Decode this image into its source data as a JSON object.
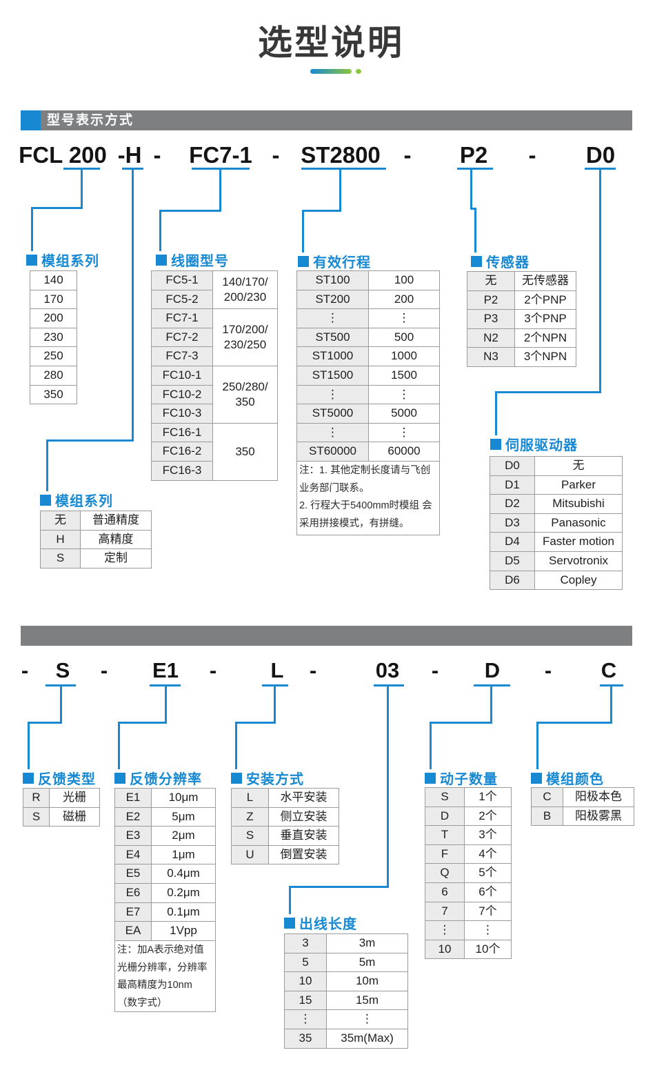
{
  "page": {
    "title": "选型说明"
  },
  "colors": {
    "accent_blue": "#1789d3",
    "accent_green": "#8cc63e",
    "bar_gray": "#7d7f80"
  },
  "section1": {
    "bar_title": "型号表示方式",
    "model": [
      "FCL 200",
      "-H",
      "-",
      "FC7-1",
      "-",
      "ST2800",
      "-",
      "P2",
      "-",
      "D0"
    ],
    "groups": {
      "module_series": {
        "label": "模组系列",
        "rows": [
          [
            "140"
          ],
          [
            "170"
          ],
          [
            "200"
          ],
          [
            "230"
          ],
          [
            "250"
          ],
          [
            "280"
          ],
          [
            "350"
          ]
        ]
      },
      "coil_model": {
        "label": "线圈型号",
        "left": [
          "FC5-1",
          "FC5-2",
          "FC7-1",
          "FC7-2",
          "FC7-3",
          "FC10-1",
          "FC10-2",
          "FC10-3",
          "FC16-1",
          "FC16-2",
          "FC16-3"
        ],
        "merged": [
          {
            "text": "140/170/\n200/230",
            "span": 2
          },
          {
            "text": "170/200/\n230/250",
            "span": 3
          },
          {
            "text": "250/280/\n350",
            "span": 3
          },
          {
            "text": "350",
            "span": 3
          }
        ]
      },
      "stroke": {
        "label": "有效行程",
        "rows": [
          [
            "ST100",
            "100"
          ],
          [
            "ST200",
            "200"
          ],
          [
            "⋮",
            "⋮"
          ],
          [
            "ST500",
            "500"
          ],
          [
            "ST1000",
            "1000"
          ],
          [
            "ST1500",
            "1500"
          ],
          [
            "⋮",
            "⋮"
          ],
          [
            "ST5000",
            "5000"
          ],
          [
            "⋮",
            "⋮"
          ],
          [
            "ST60000",
            "60000"
          ]
        ],
        "note": "注：1. 其他定制长度请与飞创\n业务部门联系。\n2. 行程大于5400mm时模组 会\n采用拼接模式，有拼缝。"
      },
      "sensor": {
        "label": "传感器",
        "rows": [
          [
            "无",
            "无传感器"
          ],
          [
            "P2",
            "2个PNP"
          ],
          [
            "P3",
            "3个PNP"
          ],
          [
            "N2",
            "2个NPN"
          ],
          [
            "N3",
            "3个NPN"
          ]
        ]
      },
      "precision": {
        "label": "模组系列",
        "rows": [
          [
            "无",
            "普通精度"
          ],
          [
            "H",
            "高精度"
          ],
          [
            "S",
            "定制"
          ]
        ]
      },
      "driver": {
        "label": "伺服驱动器",
        "rows": [
          [
            "D0",
            "无"
          ],
          [
            "D1",
            "Parker"
          ],
          [
            "D2",
            "Mitsubishi"
          ],
          [
            "D3",
            "Panasonic"
          ],
          [
            "D4",
            "Faster motion"
          ],
          [
            "D5",
            "Servotronix"
          ],
          [
            "D6",
            "Copley"
          ]
        ]
      }
    }
  },
  "section2": {
    "model": [
      "-",
      "S",
      "-",
      "E1",
      "-",
      "L",
      "-",
      "03",
      "-",
      "D",
      "-",
      "C"
    ],
    "groups": {
      "feedback_type": {
        "label": "反馈类型",
        "rows": [
          [
            "R",
            "光栅"
          ],
          [
            "S",
            "磁栅"
          ]
        ]
      },
      "feedback_resolution": {
        "label": "反馈分辨率",
        "rows": [
          [
            "E1",
            "10μm"
          ],
          [
            "E2",
            "5μm"
          ],
          [
            "E3",
            "2μm"
          ],
          [
            "E4",
            "1μm"
          ],
          [
            "E5",
            "0.4μm"
          ],
          [
            "E6",
            "0.2μm"
          ],
          [
            "E7",
            "0.1μm"
          ],
          [
            "EA",
            "1Vpp"
          ]
        ],
        "note": "注：加A表示绝对值\n光栅分辨率，分辨率\n最高精度为10nm\n（数字式）"
      },
      "mounting": {
        "label": "安装方式",
        "rows": [
          [
            "L",
            "水平安装"
          ],
          [
            "Z",
            "侧立安装"
          ],
          [
            "S",
            "垂直安装"
          ],
          [
            "U",
            "倒置安装"
          ]
        ]
      },
      "cable_length": {
        "label": "出线长度",
        "rows": [
          [
            "3",
            "3m"
          ],
          [
            "5",
            "5m"
          ],
          [
            "10",
            "10m"
          ],
          [
            "15",
            "15m"
          ],
          [
            "⋮",
            "⋮"
          ],
          [
            "35",
            "35m(Max)"
          ]
        ]
      },
      "mover_count": {
        "label": "动子数量",
        "rows": [
          [
            "S",
            "1个"
          ],
          [
            "D",
            "2个"
          ],
          [
            "T",
            "3个"
          ],
          [
            "F",
            "4个"
          ],
          [
            "Q",
            "5个"
          ],
          [
            "6",
            "6个"
          ],
          [
            "7",
            "7个"
          ],
          [
            "⋮",
            "⋮"
          ],
          [
            "10",
            "10个"
          ]
        ]
      },
      "module_color": {
        "label": "模组颜色",
        "rows": [
          [
            "C",
            "阳极本色"
          ],
          [
            "B",
            "阳极雾黑"
          ]
        ]
      }
    }
  }
}
